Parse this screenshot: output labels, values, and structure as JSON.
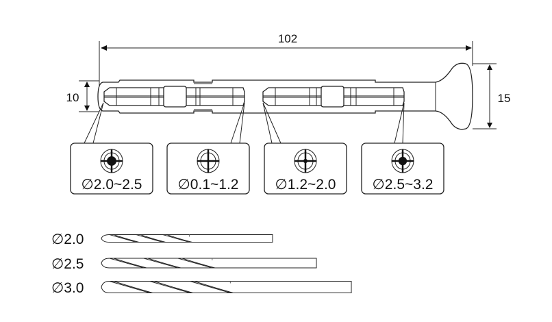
{
  "dimensions": {
    "length": "102",
    "chuck_diameter": "10",
    "head_diameter": "15"
  },
  "callouts": [
    {
      "label": "∅2.0~2.5"
    },
    {
      "label": "∅0.1~1.2"
    },
    {
      "label": "∅1.2~2.0"
    },
    {
      "label": "∅2.5~3.2"
    }
  ],
  "drill_bits": [
    {
      "label": "∅2.0"
    },
    {
      "label": "∅2.5"
    },
    {
      "label": "∅3.0"
    }
  ],
  "colors": {
    "line": "#222222",
    "background": "#ffffff"
  }
}
